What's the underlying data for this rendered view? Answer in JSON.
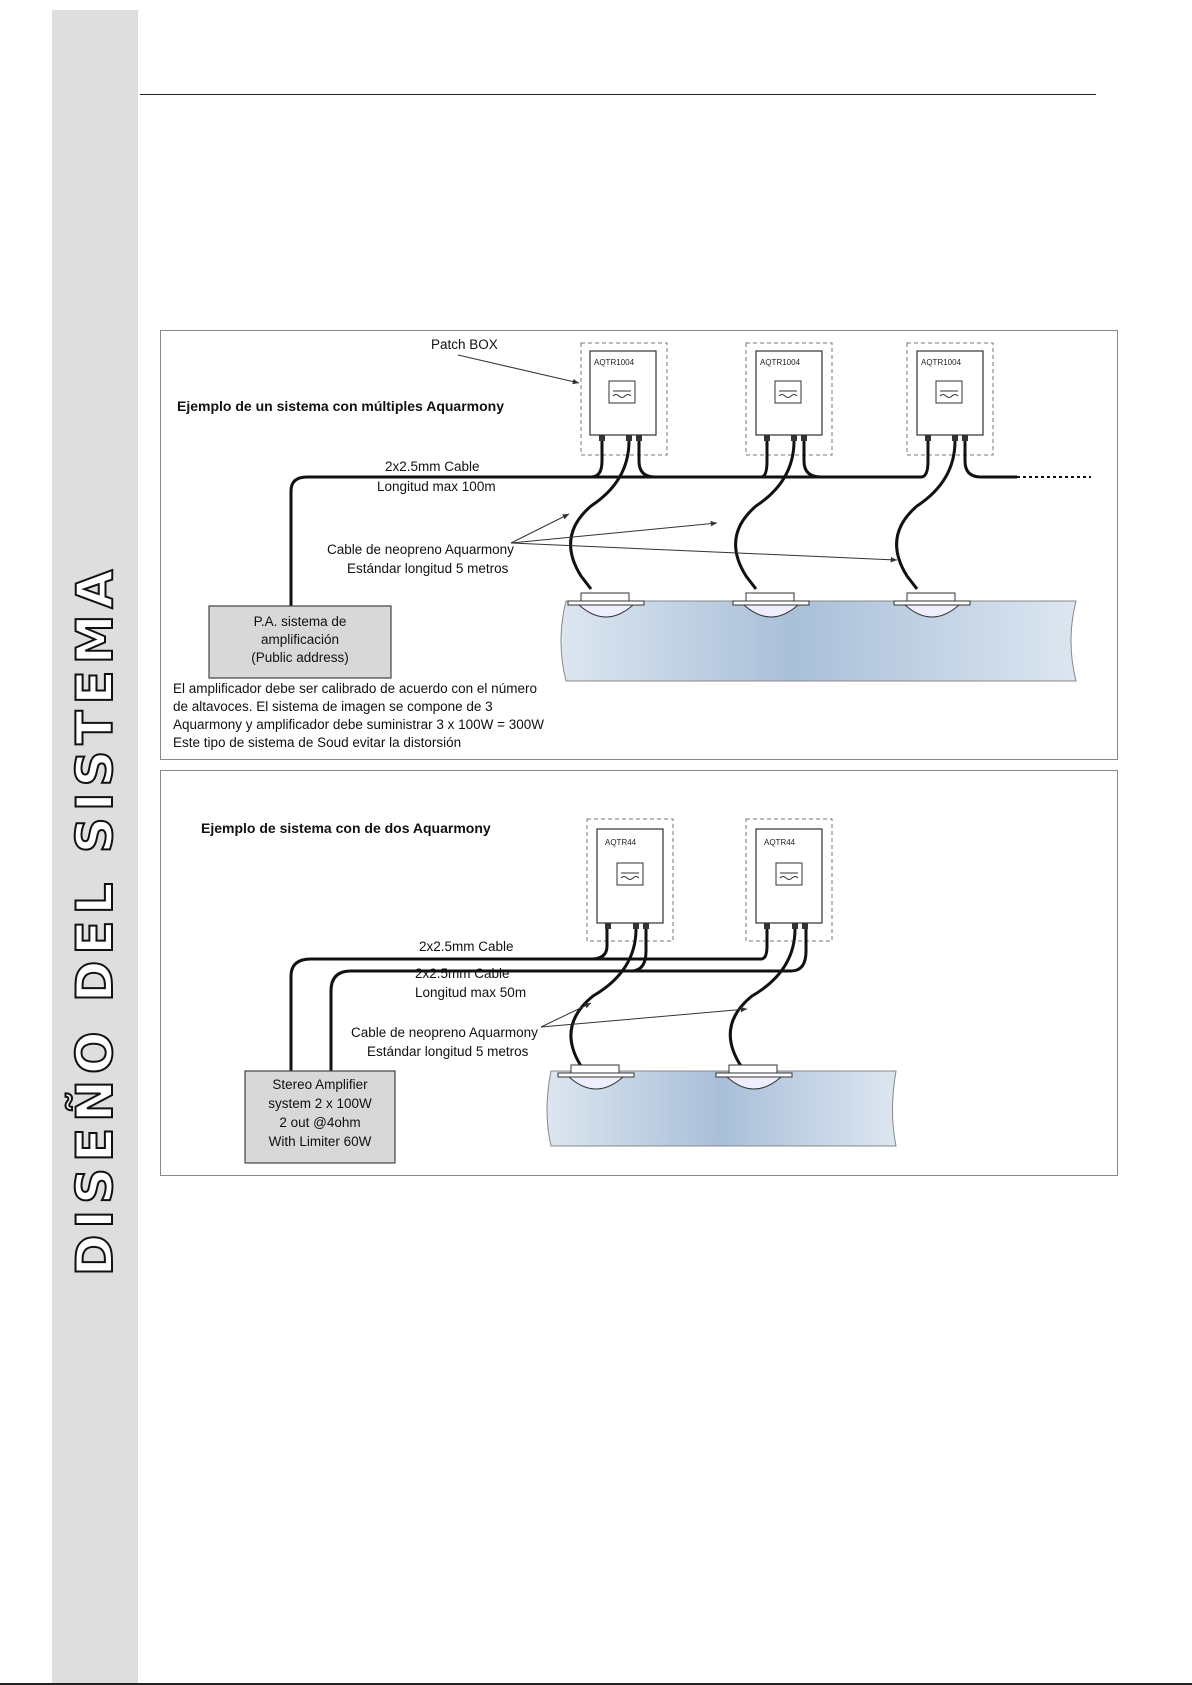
{
  "sidebar": {
    "title": "DISEÑO DEL SISTEMA"
  },
  "colors": {
    "sidebar": "#dedede",
    "water_light": "#dce6f0",
    "water_dark": "#a9bfd9",
    "amp_box": "#d8d8d8"
  },
  "diagram1": {
    "title": "Ejemplo de un sistema con múltiples Aquarmony",
    "patch_box_label": "Patch BOX",
    "units": [
      "AQTR1004",
      "AQTR1004",
      "AQTR1004"
    ],
    "cable_line1": "2x2.5mm Cable",
    "cable_line2": "Longitud max 100m",
    "neoprene_line1": "Cable de neopreno Aquarmony",
    "neoprene_line2": "Estándar longitud 5 metros",
    "amp_lines": [
      "P.A. sistema de",
      "amplificación",
      "(Public address)"
    ],
    "notes": [
      "El amplificador debe ser calibrado de acuerdo con el número",
      "de altavoces. El sistema de imagen se compone de 3",
      "Aquarmony y amplificador debe suministrar 3 x 100W = 300W",
      "Este tipo de sistema de Soud evitar la distorsión"
    ]
  },
  "diagram2": {
    "title": "Ejemplo de sistema con de dos Aquarmony",
    "units": [
      "AQTR44",
      "AQTR44"
    ],
    "cable_a": "2x2.5mm Cable",
    "cable_b_line1": "2x2.5mm Cable",
    "cable_b_line2": "Longitud max 50m",
    "neoprene_line1": "Cable de neopreno Aquarmony",
    "neoprene_line2": "Estándar longitud 5 metros",
    "amp_lines": [
      "Stereo Amplifier",
      "system 2 x 100W",
      "2 out @4ohm",
      "With Limiter 60W"
    ]
  }
}
